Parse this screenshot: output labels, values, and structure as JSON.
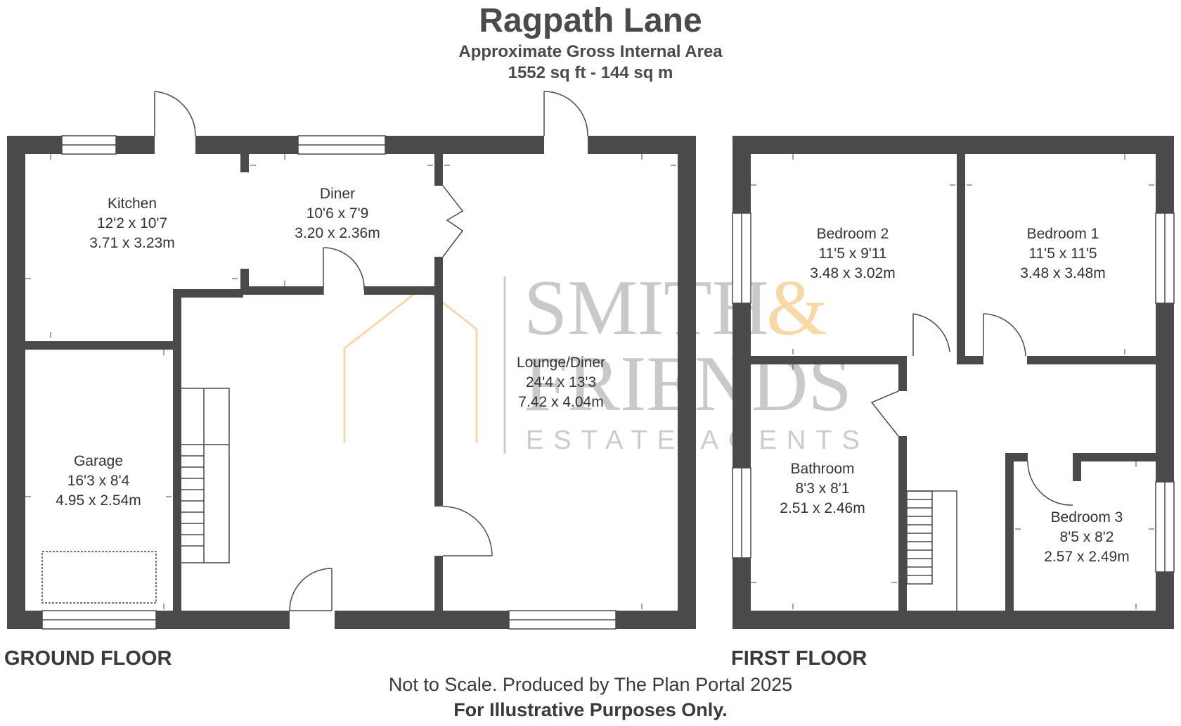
{
  "header": {
    "title": "Ragpath Lane",
    "subtitle": "Approximate Gross Internal Area",
    "area": "1552 sq ft - 144 sq m"
  },
  "watermark": {
    "line1": "SMITH",
    "amp": "&",
    "line2": "FRIENDS",
    "line3": "ESTATE AGENTS"
  },
  "ground_floor": {
    "label": "GROUND FLOOR",
    "rooms": [
      {
        "name": "Kitchen",
        "imperial": "12'2 x 10'7",
        "metric": "3.71 x 3.23m"
      },
      {
        "name": "Diner",
        "imperial": "10'6 x 7'9",
        "metric": "3.20 x 2.36m"
      },
      {
        "name": "Lounge/Diner",
        "imperial": "24'4 x 13'3",
        "metric": "7.42 x 4.04m"
      },
      {
        "name": "Garage",
        "imperial": "16'3 x 8'4",
        "metric": "4.95 x 2.54m"
      }
    ]
  },
  "first_floor": {
    "label": "FIRST FLOOR",
    "rooms": [
      {
        "name": "Bedroom 2",
        "imperial": "11'5 x 9'11",
        "metric": "3.48 x 3.02m"
      },
      {
        "name": "Bedroom 1",
        "imperial": "11'5 x 11'5",
        "metric": "3.48 x 3.48m"
      },
      {
        "name": "Bathroom",
        "imperial": "8'3 x 8'1",
        "metric": "2.51 x 2.46m"
      },
      {
        "name": "Bedroom 3",
        "imperial": "8'5 x 8'2",
        "metric": "2.57 x 2.49m"
      }
    ]
  },
  "footer": {
    "line1": "Not to Scale. Produced by The Plan Portal 2025",
    "line2": "For Illustrative Purposes Only."
  },
  "colors": {
    "wall": "#4a4a4a",
    "text": "#333333",
    "watermark_grey": "#c9c9c9",
    "watermark_orange": "#f6d9a6"
  }
}
